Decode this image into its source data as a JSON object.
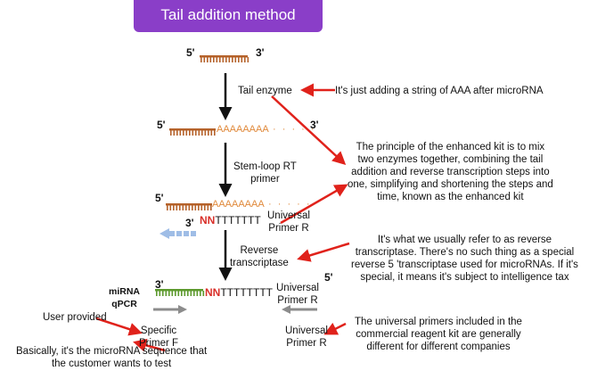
{
  "title": "Tail addition method",
  "primes": {
    "five": "5'",
    "three": "3'"
  },
  "strands": {
    "aaa_label": "AAAAAAAA",
    "dots": "· · · · ·",
    "nn": "NN",
    "t_tail": "TTTTTTT",
    "t_tail_long": "TTTTTTTT"
  },
  "steps": {
    "tail_enzyme": "Tail enzyme",
    "stem_loop": "Stem-loop RT\nprimer",
    "reverse_transcriptase": "Reverse\ntranscriptase",
    "mirna_qpcr": "miRNA\nqPCR"
  },
  "primers": {
    "universal_primer_r_1": "Universal\nPrimer R",
    "universal_primer_r_2": "Universal\nPrimer R",
    "universal_primer_r_3": "Universal\nPrimer R",
    "specific_primer_f": "Specific\nPrimer F"
  },
  "notes": {
    "aaa_note": "It's just adding a string of AAA after microRNA",
    "enhanced_kit": "The principle of the enhanced kit is to mix\ntwo enzymes together, combining the tail\naddition and reverse transcription steps into\none, simplifying and shortening the steps and\ntime, known as the enhanced kit",
    "reverse_transcriptase_note": "It's what we usually refer to as reverse\ntranscriptase. There's no such thing as a special\nreverse 5 'transcriptase used for microRNAs. If it's\nspecial, it means it's subject to intelligence tax",
    "universal_primers_note": "The universal primers included in the\ncommercial reagent kit are generally\ndifferent for different companies",
    "user_provided": "User provided",
    "sequence_note": "Basically, it's the microRNA sequence that\nthe customer wants to test"
  },
  "colors": {
    "banner": "#8a3ec8",
    "mirna_strand": "#b5622a",
    "poly_a": "#e08a3c",
    "nn": "#d9302a",
    "red_arrow": "#e0221b",
    "qpcr_strand": "#5d9a2e",
    "blue_arrow": "#9fbde6",
    "gray_arrow": "#8c8c8c"
  }
}
